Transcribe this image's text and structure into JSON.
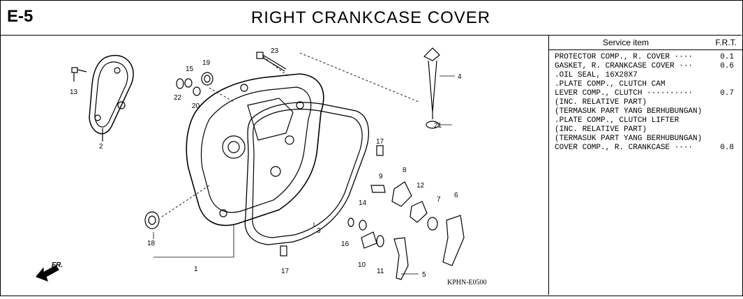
{
  "header": {
    "code": "E-5",
    "title": "RIGHT  CRANKCASE  COVER"
  },
  "side": {
    "col_item": "Service item",
    "col_frt": "F.R.T.",
    "rows": [
      {
        "text": "PROTECTOR COMP., R. COVER ····",
        "value": "0.1"
      },
      {
        "text": "GASKET, R. CRANKCASE COVER ···",
        "value": "0.6"
      },
      {
        "text": ".OIL SEAL, 16X28X7",
        "value": ""
      },
      {
        "text": ".PLATE COMP., CLUTCH CAM",
        "value": ""
      },
      {
        "text": "LEVER COMP., CLUTCH ··········",
        "value": "0.7"
      },
      {
        "text": "(INC. RELATIVE PART)",
        "value": ""
      },
      {
        "text": "(TERMASUK PART YANG BERHUBUNGAN)",
        "value": ""
      },
      {
        "text": ".PLATE COMP., CLUTCH LIFTER",
        "value": ""
      },
      {
        "text": "(INC. RELATIVE PART)",
        "value": ""
      },
      {
        "text": "(TERMASUK PART YANG BERHUBUNGAN)",
        "value": ""
      },
      {
        "text": "COVER COMP., R. CRANKCASE ····",
        "value": "0.8"
      }
    ]
  },
  "diagram": {
    "code": "KPHN-E0500",
    "arrow_label": "FR.",
    "callouts": {
      "c1": "1",
      "c2": "2",
      "c3": "3",
      "c4": "4",
      "c5": "5",
      "c6": "6",
      "c7": "7",
      "c8": "8",
      "c9": "9",
      "c10": "10",
      "c11": "11",
      "c12": "12",
      "c13": "13",
      "c14": "14",
      "c15": "15",
      "c16": "16",
      "c17a": "17",
      "c17b": "17",
      "c18": "18",
      "c19": "19",
      "c20": "20",
      "c21": "21",
      "c22": "22",
      "c23": "23"
    }
  }
}
